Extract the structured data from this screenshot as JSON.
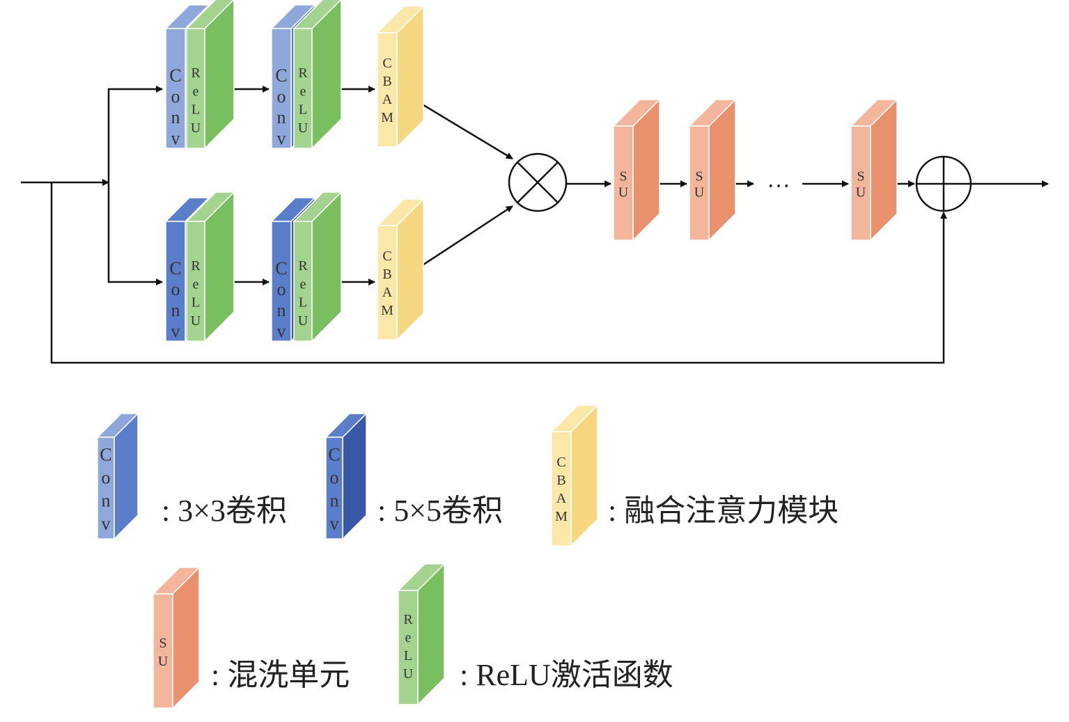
{
  "blocks": {
    "conv": "Conv",
    "relu": "ReLU",
    "cbam": "CBAM",
    "su": "SU"
  },
  "ellipsis": "···",
  "legend": {
    "conv3": ": 3×3卷积",
    "conv5": ": 5×5卷积",
    "cbam": ": 融合注意力模块",
    "su": ": 混洗单元",
    "relu": ": ReLU激活函数"
  },
  "colors": {
    "conv3_front": "#8fa8dc",
    "conv3_side": "#5b7ecb",
    "conv5_front": "#5b7ecb",
    "conv5_side": "#3a58a8",
    "relu_front": "#a3d38e",
    "relu_side": "#7abf5f",
    "cbam_front": "#fbe8a9",
    "cbam_side": "#f6d77f",
    "su_front": "#f3b59b",
    "su_side": "#e8916c"
  }
}
